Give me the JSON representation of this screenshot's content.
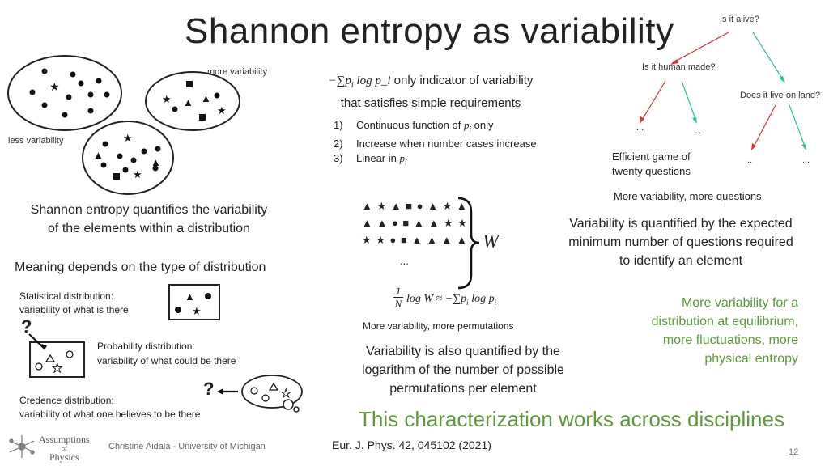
{
  "slide": {
    "title": "Shannon entropy as variability",
    "page_number": "12",
    "footer_author": "Christine Aidala - University of Michigan",
    "footer_reference": "Eur. J. Phys. 42, 045102 (2021)",
    "logo_text_1": "Assumptions",
    "logo_text_2": "of",
    "logo_text_3": "Physics"
  },
  "left": {
    "label_more_variability": "more variability",
    "label_less_variability": "less variability",
    "quantifies_line1": "Shannon entropy quantifies the variability",
    "quantifies_line2": "of the elements within a distribution",
    "meaning": "Meaning depends on the type of distribution",
    "statistical_line1": "Statistical distribution:",
    "statistical_line2": "variability of what is there",
    "probability_line1": "Probability distribution:",
    "probability_line2": "variability of what could be there",
    "credence_line1": "Credence distribution:",
    "credence_line2": "variability of what one believes to be there",
    "question_mark": "?"
  },
  "center": {
    "formula_prefix": "−∑",
    "formula_pi": "p",
    "formula_sub_i": "i",
    "formula_log": " log ",
    "formula_p_i": "p_i",
    "indicator_rest": " only indicator of variability",
    "indicator_line2": "that satisfies simple requirements",
    "requirements": [
      {
        "num": "1)",
        "text": "Continuous function of",
        "var": "p",
        "sub": "i",
        "tail": " only"
      },
      {
        "num": "2)",
        "text": "Increase when number cases increase",
        "var": "",
        "sub": "",
        "tail": ""
      },
      {
        "num": "3)",
        "text": "Linear in",
        "var": "p",
        "sub": "i",
        "tail": ""
      }
    ],
    "symbol_rows": [
      "▲ ★ ▲ ■ ● ▲ ★ ▲",
      "▲ ▲ ● ■ ▲ ▲ ★ ★",
      "★ ★ ● ■ ▲ ▲ ▲ ▲"
    ],
    "ellipsis": "...",
    "brace_label": "W",
    "eq_one": "1",
    "eq_N": "N",
    "eq_rest": "log W ≈ −∑p",
    "eq_sub": "i",
    "eq_tail": " log p",
    "eq_sub2": "i",
    "more_permutations": "More variability, more permutations",
    "log_line1": "Variability is also quantified by the",
    "log_line2": "logarithm of the number of possible",
    "log_line3": "permutations per element",
    "across_disciplines": "This characterization works across disciplines"
  },
  "right": {
    "tree_root": "Is it alive?",
    "tree_left": "Is it human made?",
    "tree_right": "Does it live on land?",
    "tree_leaf": "...",
    "efficient_line1": "Efficient game of",
    "efficient_line2": "twenty questions",
    "more_questions": "More variability, more questions",
    "expected_line1": "Variability is quantified by the expected",
    "expected_line2": "minimum number of questions required",
    "expected_line3": "to identify an element",
    "equilibrium_line1": "More variability for a",
    "equilibrium_line2": "distribution at equilibrium,",
    "equilibrium_line3": "more fluctuations, more",
    "equilibrium_line4": "physical entropy"
  },
  "colors": {
    "arrow_red": "#e03030",
    "arrow_green": "#2ec27e",
    "accent_green": "#5b9b3a",
    "text": "#222222"
  }
}
